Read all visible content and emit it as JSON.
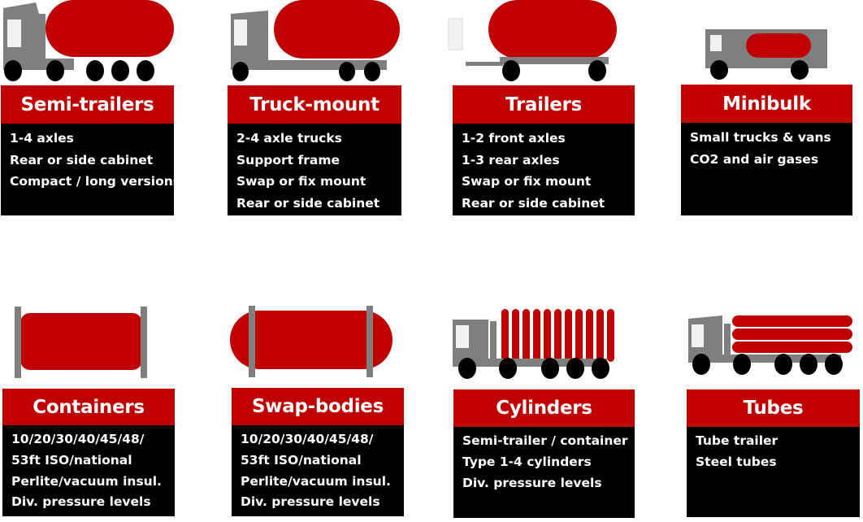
{
  "cards": [
    {
      "title": "Semi-trailers",
      "lines": [
        "1-4 axles",
        "Rear or side cabinet",
        "Compact / long versions"
      ],
      "icon": "semi-trailer-truck-icon"
    },
    {
      "title": "Truck-mount",
      "lines": [
        "2-4 axle trucks",
        "Support frame",
        "Swap or fix mount",
        "Rear or side cabinet"
      ],
      "icon": "truck-mount-icon"
    },
    {
      "title": "Trailers",
      "lines": [
        "1-2 front axles",
        "1-3 rear axles",
        "Swap or fix mount",
        "Rear or side cabinet"
      ],
      "icon": "trailer-tank-icon"
    },
    {
      "title": "Minibulk",
      "lines": [
        "Small trucks & vans",
        "CO2 and air gases"
      ],
      "icon": "minibulk-van-icon"
    },
    {
      "title": "Containers",
      "lines": [
        "10/20/30/40/45/48/",
        "53ft ISO/national",
        "Perlite/vacuum insul.",
        "Div. pressure levels"
      ],
      "icon": "iso-container-icon"
    },
    {
      "title": "Swap-bodies",
      "lines": [
        "10/20/30/40/45/48/",
        "53ft ISO/national",
        "Perlite/vacuum insul.",
        "Div. pressure levels"
      ],
      "icon": "swap-body-tank-icon"
    },
    {
      "title": "Cylinders",
      "lines": [
        "Semi-trailer / container",
        "Type 1-4 cylinders",
        "Div. pressure levels"
      ],
      "icon": "cylinder-trailer-icon"
    },
    {
      "title": "Tubes",
      "lines": [
        "Tube trailer",
        "Steel tubes"
      ],
      "icon": "tube-trailer-icon"
    }
  ],
  "colors": {
    "accent": "#c00000",
    "panel": "#000000",
    "text": "#ffffff",
    "truck": "#7f7f7f",
    "wheel": "#000000"
  }
}
